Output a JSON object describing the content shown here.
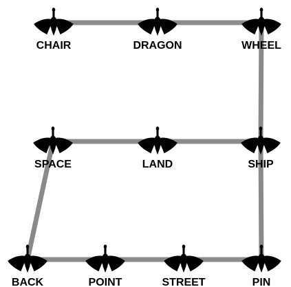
{
  "nodes": [
    {
      "id": "chair",
      "label": "CHAIR",
      "icon": "goose-icon"
    },
    {
      "id": "dragon",
      "label": "DRAGON",
      "icon": "goose-icon"
    },
    {
      "id": "wheel",
      "label": "WHEEL",
      "icon": "goose-icon"
    },
    {
      "id": "space",
      "label": "SPACE",
      "icon": "goose-icon"
    },
    {
      "id": "land",
      "label": "LAND",
      "icon": "goose-icon"
    },
    {
      "id": "ship",
      "label": "SHIP",
      "icon": "goose-icon"
    },
    {
      "id": "back",
      "label": "BACK",
      "icon": "goose-icon"
    },
    {
      "id": "point",
      "label": "POINT",
      "icon": "goose-icon"
    },
    {
      "id": "street",
      "label": "STREET",
      "icon": "goose-icon"
    },
    {
      "id": "pin",
      "label": "PIN",
      "icon": "goose-icon"
    }
  ],
  "edges": [
    [
      "chair",
      "dragon"
    ],
    [
      "dragon",
      "wheel"
    ],
    [
      "wheel",
      "ship"
    ],
    [
      "space",
      "land"
    ],
    [
      "land",
      "ship"
    ],
    [
      "ship",
      "pin"
    ],
    [
      "space",
      "back"
    ],
    [
      "back",
      "point"
    ],
    [
      "point",
      "street"
    ],
    [
      "street",
      "pin"
    ]
  ],
  "colors": {
    "edge": "#8a8a8a",
    "icon": "#000000",
    "label": "#000000",
    "background": "#ffffff"
  }
}
